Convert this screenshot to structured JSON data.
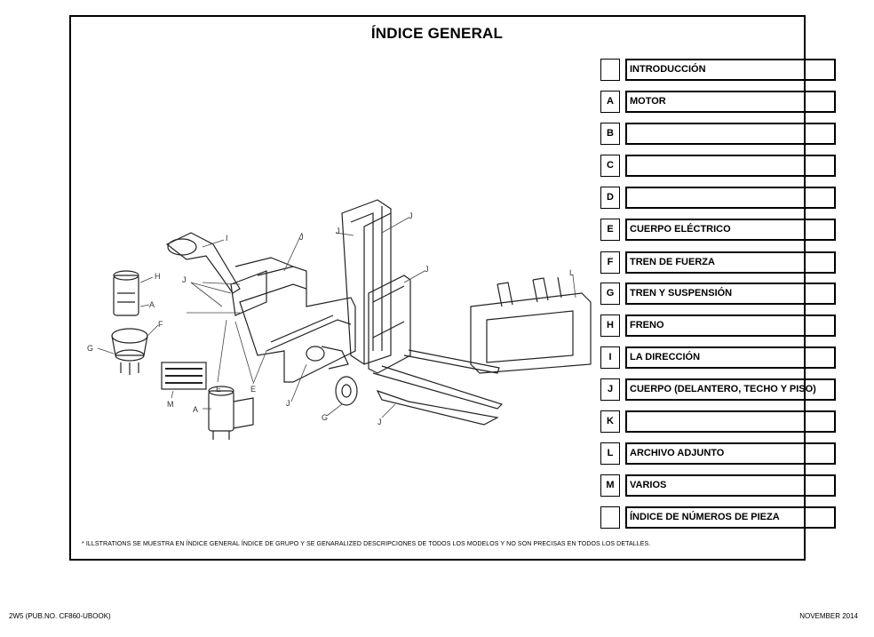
{
  "title": "ÍNDICE GENERAL",
  "index_items": [
    {
      "letter": "",
      "label": "INTRODUCCIÓN"
    },
    {
      "letter": "A",
      "label": "MOTOR"
    },
    {
      "letter": "B",
      "label": ""
    },
    {
      "letter": "C",
      "label": ""
    },
    {
      "letter": "D",
      "label": ""
    },
    {
      "letter": "E",
      "label": "CUERPO ELÉCTRICO"
    },
    {
      "letter": "F",
      "label": "TREN DE FUERZA"
    },
    {
      "letter": "G",
      "label": "TREN Y SUSPENSIÓN"
    },
    {
      "letter": "H",
      "label": "FRENO"
    },
    {
      "letter": "I",
      "label": "LA DIRECCIÓN"
    },
    {
      "letter": "J",
      "label": "CUERPO (DELANTERO, TECHO Y PISO)"
    },
    {
      "letter": "K",
      "label": ""
    },
    {
      "letter": "L",
      "label": "ARCHIVO ADJUNTO"
    },
    {
      "letter": "M",
      "label": "VARIOS"
    },
    {
      "letter": "",
      "label": "ÍNDICE DE NÚMEROS DE PIEZA"
    }
  ],
  "illustration": {
    "callouts": {
      "I": "I",
      "J": "J",
      "H": "H",
      "A": "A",
      "F": "F",
      "G": "G",
      "E": "E",
      "M": "M",
      "L": "L"
    }
  },
  "footnote": "* ILLSTRATIONS SE MUESTRA EN ÍNDICE GENERAL ÍNDICE DE GRUPO Y SE GENARALIZED DESCRIPCIONES DE TODOS LOS MODELOS Y NO SON PRECISAS EN TODOS LOS DETALLES.",
  "footer": {
    "left": "2W5 (PUB.NO. CF860-UBOOK)",
    "right": "NOVEMBER 2014"
  }
}
